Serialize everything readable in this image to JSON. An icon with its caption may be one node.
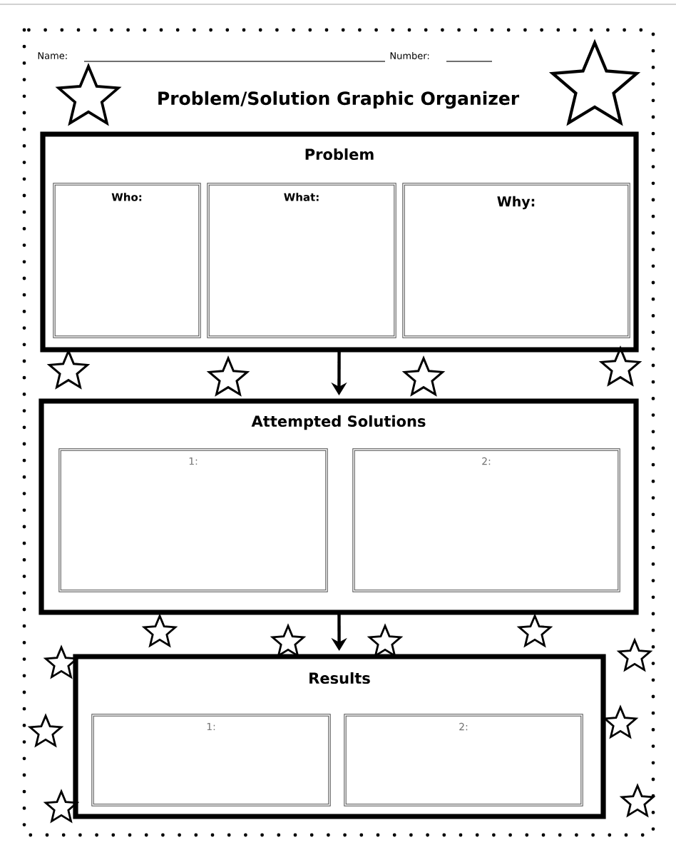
{
  "diagram": {
    "title": "Problem/Solution Graphic Organizer",
    "nodes": [
      {
        "text": [
          "Problem"
        ]
      },
      {
        "text": [
          "Who:"
        ],
        "in": 0
      },
      {
        "text": [
          "What:"
        ],
        "in": 0
      },
      {
        "text": [
          "Why:"
        ],
        "in": 0
      },
      {
        "text": [
          "Attempted Solutions"
        ]
      },
      {
        "text": [
          "1:"
        ],
        "in": 4
      },
      {
        "text": [
          "2:"
        ],
        "in": 4
      },
      {
        "text": [
          "Results"
        ]
      },
      {
        "text": [
          "1:"
        ],
        "in": 7
      },
      {
        "text": [
          "2:"
        ],
        "in": 7
      }
    ],
    "edges": [
      {
        "from": 0,
        "to": 4,
        "arrow": "to"
      },
      {
        "from": 4,
        "to": 7,
        "arrow": "to"
      }
    ],
    "labels": [
      "Name:",
      "Number:"
    ]
  }
}
